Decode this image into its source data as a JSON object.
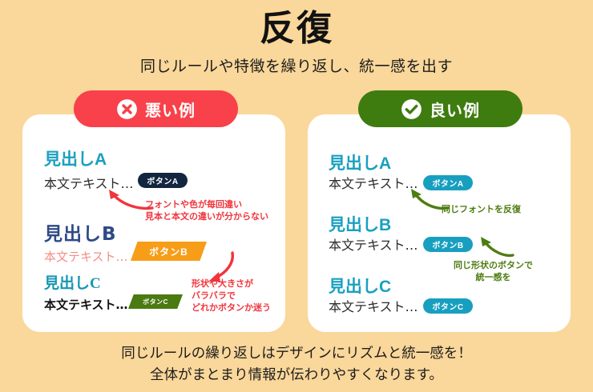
{
  "header": {
    "title": "反復",
    "subtitle": "同じルールや特徴を繰り返し、統一感を出す"
  },
  "cards": {
    "bad": {
      "badge_label": "悪い例",
      "badge_icon": "x-circle-icon",
      "badge_color": "#f8414a",
      "rows": [
        {
          "heading": "見出しA",
          "body": "本文テキスト…",
          "button": "ボタンA",
          "button_style": "navy-pill"
        },
        {
          "heading": "見出しB",
          "body": "本文テキスト…",
          "button": "ボタンB",
          "button_style": "orange-parallelogram"
        },
        {
          "heading": "見出しC",
          "body": "本文テキスト…",
          "button": "ボタンC",
          "button_style": "green-slant-tag"
        }
      ],
      "annotations": [
        {
          "text": "フォントや色が毎回違い\n見本と本文の違いが分からない",
          "color": "#f0353c"
        },
        {
          "text": "形状や大きさが\nバラバラで\nどれかボタンか迷う",
          "color": "#f0353c"
        }
      ]
    },
    "good": {
      "badge_label": "良い例",
      "badge_icon": "check-circle-icon",
      "badge_color": "#3e7c0f",
      "rows": [
        {
          "heading": "見出しA",
          "body": "本文テキスト…",
          "button": "ボタンA",
          "button_style": "teal-pill"
        },
        {
          "heading": "見出しB",
          "body": "本文テキスト…",
          "button": "ボタンB",
          "button_style": "teal-pill"
        },
        {
          "heading": "見出しC",
          "body": "本文テキスト…",
          "button": "ボタンC",
          "button_style": "teal-pill"
        }
      ],
      "annotations": [
        {
          "text": "同じフォントを反復",
          "color": "#4f7d12"
        },
        {
          "text": "同じ形状のボタンで\n統一感を",
          "color": "#4f7d12"
        }
      ]
    }
  },
  "footer": {
    "line1": "同じルールの繰り返しはデザインにリズムと統一感を！",
    "line2": "全体がまとまり情報が伝わりやすくなります。"
  },
  "colors": {
    "background": "#fad79a",
    "card": "#ffffff",
    "teal": "#19a0c0",
    "navy": "#12263f",
    "orange": "#f79d18",
    "olive": "#4a7a10",
    "bad_red": "#f8414a",
    "good_green": "#3e7c0f"
  }
}
